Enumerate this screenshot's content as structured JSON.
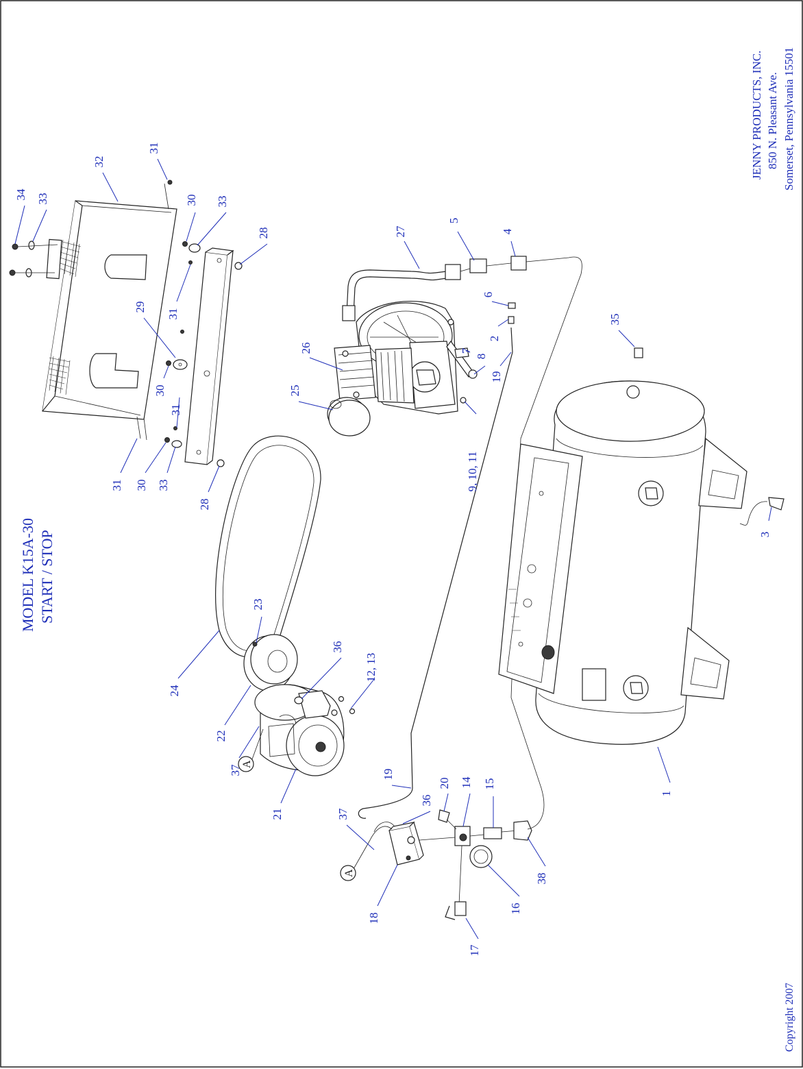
{
  "title": {
    "model": "MODEL K15A-30",
    "subtitle": "START / STOP"
  },
  "company": {
    "name": "JENNY PRODUCTS, INC.",
    "street": "850 N. Pleasant Ave.",
    "city": "Somerset, Pennsylvania 15501"
  },
  "copyright": "Copyright 2007",
  "connector_label": "A",
  "callouts": [
    {
      "id": "c1",
      "text": "1"
    },
    {
      "id": "c2",
      "text": "2"
    },
    {
      "id": "c3",
      "text": "3"
    },
    {
      "id": "c4",
      "text": "4"
    },
    {
      "id": "c5",
      "text": "5"
    },
    {
      "id": "c6",
      "text": "6"
    },
    {
      "id": "c7",
      "text": "7"
    },
    {
      "id": "c8",
      "text": "8"
    },
    {
      "id": "c9",
      "text": "9, 10, 11"
    },
    {
      "id": "c12",
      "text": "12, 13"
    },
    {
      "id": "c14",
      "text": "14"
    },
    {
      "id": "c15",
      "text": "15"
    },
    {
      "id": "c16",
      "text": "16"
    },
    {
      "id": "c17",
      "text": "17"
    },
    {
      "id": "c18",
      "text": "18"
    },
    {
      "id": "c19a",
      "text": "19"
    },
    {
      "id": "c19b",
      "text": "19"
    },
    {
      "id": "c20",
      "text": "20"
    },
    {
      "id": "c21",
      "text": "21"
    },
    {
      "id": "c22",
      "text": "22"
    },
    {
      "id": "c23",
      "text": "23"
    },
    {
      "id": "c24",
      "text": "24"
    },
    {
      "id": "c25",
      "text": "25"
    },
    {
      "id": "c26",
      "text": "26"
    },
    {
      "id": "c27",
      "text": "27"
    },
    {
      "id": "c28a",
      "text": "28"
    },
    {
      "id": "c28b",
      "text": "28"
    },
    {
      "id": "c29",
      "text": "29"
    },
    {
      "id": "c30a",
      "text": "30"
    },
    {
      "id": "c30b",
      "text": "30"
    },
    {
      "id": "c30c",
      "text": "30"
    },
    {
      "id": "c31a",
      "text": "31"
    },
    {
      "id": "c31b",
      "text": "31"
    },
    {
      "id": "c31c",
      "text": "31"
    },
    {
      "id": "c31d",
      "text": "31"
    },
    {
      "id": "c32",
      "text": "32"
    },
    {
      "id": "c33a",
      "text": "33"
    },
    {
      "id": "c33b",
      "text": "33"
    },
    {
      "id": "c33c",
      "text": "33"
    },
    {
      "id": "c34",
      "text": "34"
    },
    {
      "id": "c35",
      "text": "35"
    },
    {
      "id": "c36a",
      "text": "36"
    },
    {
      "id": "c36b",
      "text": "36"
    },
    {
      "id": "c37a",
      "text": "37"
    },
    {
      "id": "c37b",
      "text": "37"
    },
    {
      "id": "c38",
      "text": "38"
    }
  ],
  "colors": {
    "label": "#1f2fb8",
    "line": "#222222"
  }
}
